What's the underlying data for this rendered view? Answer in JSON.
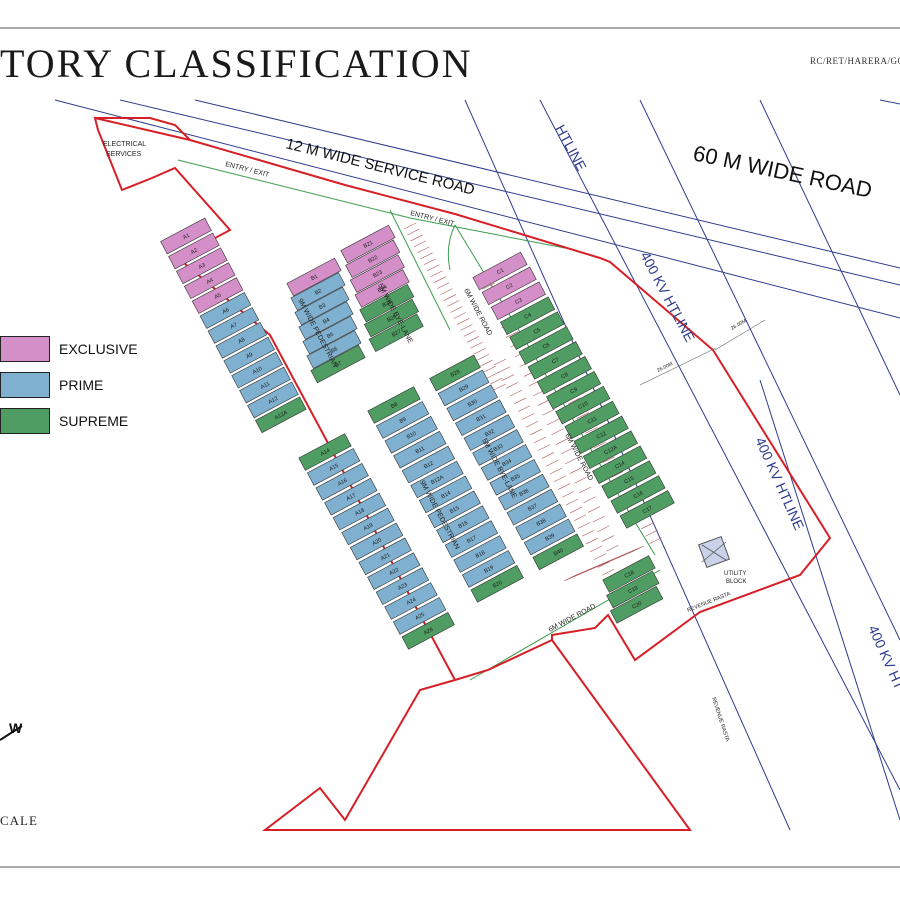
{
  "title": "TORY CLASSIFICATION",
  "reference": "RC/RET/HARERA/GGM/",
  "colors": {
    "exclusive": "#d48fc8",
    "prime": "#7fb0cf",
    "supreme": "#4f9d62",
    "boundary": "#d61f26",
    "road_line": "#2e3c8c",
    "green_line": "#3c9a4b"
  },
  "legend": [
    {
      "label": "EXCLUSIVE",
      "color": "#d48fc8"
    },
    {
      "label": "PRIME",
      "color": "#7fb0cf"
    },
    {
      "label": "SUPREME",
      "color": "#4f9d62"
    }
  ],
  "labels": {
    "electrical_services_1": "ELECTRICAL",
    "electrical_services_2": "SERVICES",
    "service_road": "12 M  WIDE SERVICE ROAD",
    "wide_road": "60 M  WIDE ROAD",
    "entry_exit_1": "ENTRY / EXIT",
    "entry_exit_2": "ENTRY / EXIT",
    "htline_top": "HTLINE",
    "htline_mid": "400 KV HTLINE",
    "htline_right": "400 KV HTLINE",
    "htline_far": "400 KV HT",
    "pedestrian_a_upper": "9M WIDE PEDESTRIAN",
    "pedestrian_a_lower": "9M WIDE PEDESTRIAN",
    "byelane_b_upper": "5M WIDE BYE-LANE",
    "byelane_b_lower": "5M WIDE BYE-LANE",
    "road_6m_upper": "6M WIDE ROAD",
    "road_6m_mid": "6M WIDE ROAD",
    "road_6m_bottom": "6M WIDE ROAD",
    "utility_block": "UTILITY",
    "utility_block_2": "BLOCK",
    "revenue_rasta_1": "REVENUE RASTA",
    "revenue_rasta_2": "REVENUE RASTA",
    "dim_26_1": "26.00M",
    "dim_26_2": "26.00M",
    "north_w": "W",
    "scale": "CALE"
  },
  "blocks": [
    {
      "id": "A-upper",
      "units": [
        "A1",
        "A2",
        "A3",
        "A4",
        "A5",
        "A6",
        "A7",
        "A8",
        "A9",
        "A10",
        "A11",
        "A12",
        "A12A"
      ],
      "classes": [
        "E",
        "E",
        "E",
        "E",
        "E",
        "P",
        "P",
        "P",
        "P",
        "P",
        "P",
        "P",
        "S"
      ]
    },
    {
      "id": "A-lower",
      "units": [
        "A14",
        "A15",
        "A16",
        "A17",
        "A18",
        "A19",
        "A20",
        "A21",
        "A22",
        "A23",
        "A24",
        "A25",
        "A26"
      ],
      "classes": [
        "S",
        "P",
        "P",
        "P",
        "P",
        "P",
        "P",
        "P",
        "P",
        "P",
        "P",
        "P",
        "S"
      ]
    },
    {
      "id": "B-small",
      "units": [
        "B1",
        "B2",
        "B3",
        "B4",
        "B5",
        "B6",
        "B7"
      ],
      "classes": [
        "E",
        "P",
        "P",
        "P",
        "P",
        "P",
        "S"
      ]
    },
    {
      "id": "B-upper-right",
      "units": [
        "B21",
        "B22",
        "B23",
        "B24",
        "B25",
        "B26",
        "B27"
      ],
      "classes": [
        "E",
        "E",
        "E",
        "E",
        "S",
        "S",
        "S"
      ]
    },
    {
      "id": "B-mid-left",
      "units": [
        "B8",
        "B9",
        "B10",
        "B11",
        "B12",
        "B12A",
        "B14",
        "B15",
        "B16",
        "B17",
        "B18",
        "B19",
        "B20"
      ],
      "classes": [
        "S",
        "P",
        "P",
        "P",
        "P",
        "P",
        "P",
        "P",
        "P",
        "P",
        "P",
        "P",
        "S"
      ]
    },
    {
      "id": "B-mid-right",
      "units": [
        "B28",
        "B29",
        "B30",
        "B31",
        "B32",
        "B33",
        "B34",
        "B35",
        "B36",
        "B37",
        "B38",
        "B39",
        "B40"
      ],
      "classes": [
        "S",
        "P",
        "P",
        "P",
        "P",
        "P",
        "P",
        "P",
        "P",
        "P",
        "P",
        "P",
        "S"
      ]
    },
    {
      "id": "C-main",
      "units": [
        "C1",
        "C2",
        "C3",
        "C4",
        "C5",
        "C6",
        "C7",
        "C8",
        "C9",
        "C10",
        "C11",
        "C12",
        "C12A",
        "C14",
        "C15",
        "C16",
        "C17"
      ],
      "classes": [
        "E",
        "E",
        "E",
        "S",
        "S",
        "S",
        "S",
        "S",
        "S",
        "S",
        "S",
        "S",
        "S",
        "S",
        "S",
        "S",
        "S"
      ]
    },
    {
      "id": "C-small",
      "units": [
        "C18",
        "C19",
        "C20"
      ],
      "classes": [
        "S",
        "S",
        "S"
      ]
    }
  ]
}
